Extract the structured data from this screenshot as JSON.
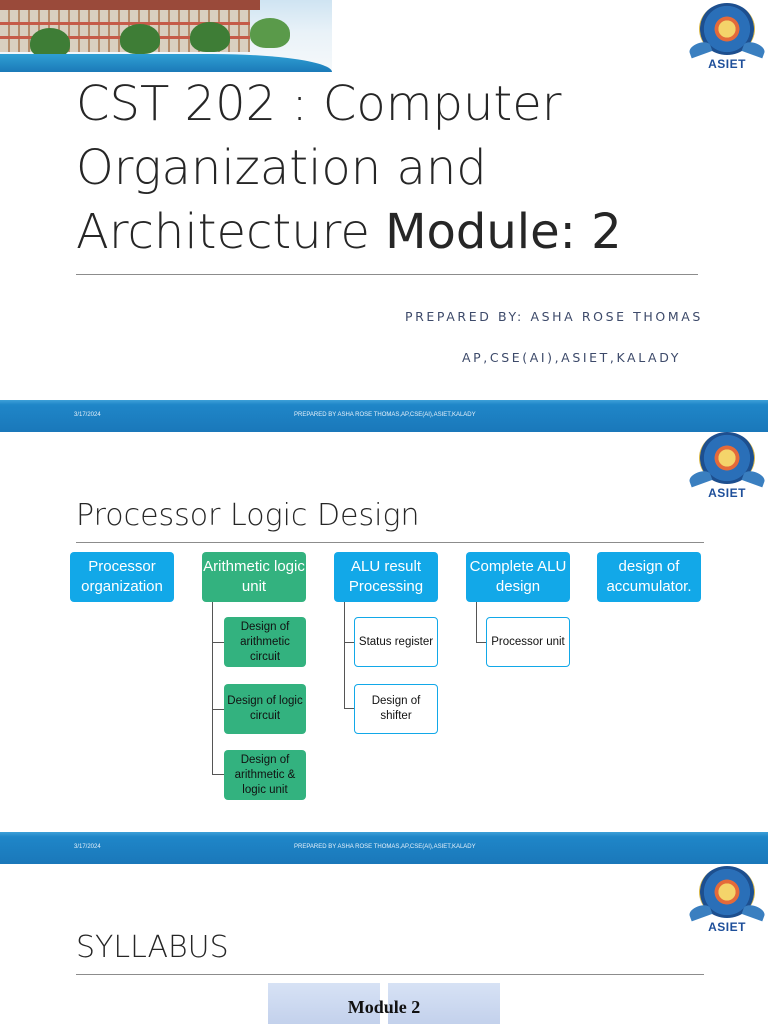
{
  "slide1": {
    "title_light": "CST 202 : Computer Organization and Architecture",
    "title_strong": "Module: 2",
    "prepared_by": "PREPARED BY: ASHA ROSE THOMAS",
    "affiliation": "AP,CSE(AI),ASIET,KALADY"
  },
  "logo": {
    "text": "ASIET"
  },
  "footer": {
    "date": "3/17/2024",
    "text": "PREPARED BY ASHA ROSE THOMAS,AP,CSE(AI),ASIET,KALADY"
  },
  "slide2": {
    "title": "Processor Logic Design",
    "topics": [
      {
        "label": "Processor organization"
      },
      {
        "label": "Arithmetic logic unit"
      },
      {
        "label": "ALU result Processing"
      },
      {
        "label": "Complete ALU design"
      },
      {
        "label": "design of accumulator."
      }
    ],
    "alu_children": [
      "Design of arithmetic circuit",
      "Design of logic circuit",
      "Design of arithmetic & logic unit"
    ],
    "result_children": [
      "Status register",
      "Design of shifter"
    ],
    "complete_children": [
      "Processor unit"
    ]
  },
  "slide3": {
    "title": "SYLLABUS",
    "image_title": "Module 2"
  },
  "colors": {
    "blue_box": "#12a8e8",
    "green_box": "#33b27f",
    "footer_bar": "#1a78ba",
    "logo_text": "#1e4f9a"
  }
}
